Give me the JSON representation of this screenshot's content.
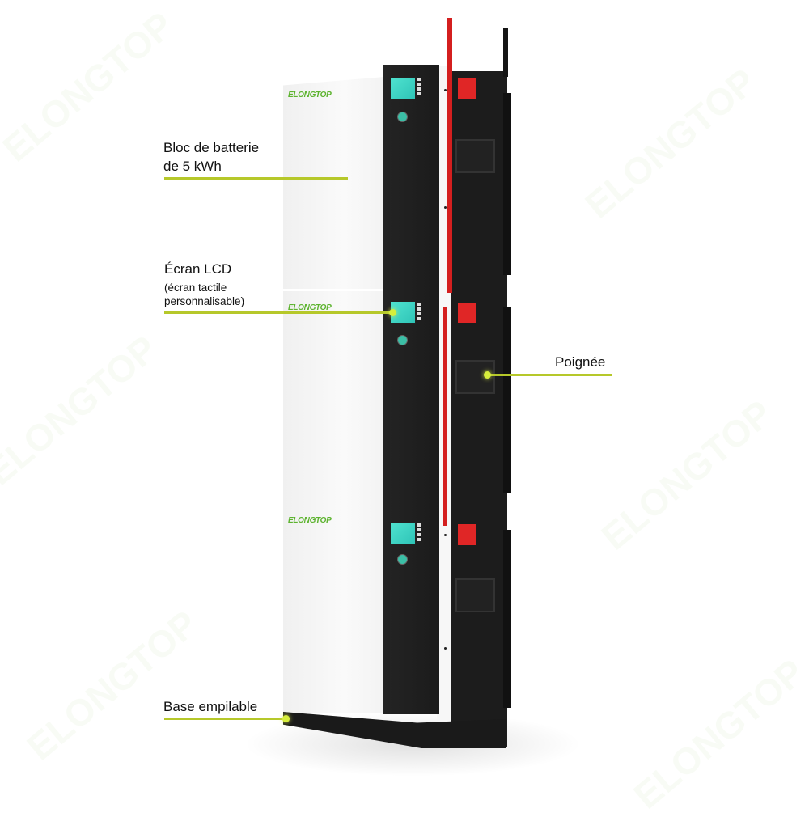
{
  "product": {
    "brand_logo": "ELONGTOP",
    "modules": 3,
    "colors": {
      "accent_line": "#b6c82a",
      "front_panel": "#f2f2f2",
      "control_strip": "#1e1e1e",
      "lcd": "#3fd6c6",
      "cable_positive": "#d41f1f",
      "cable_negative": "#151515"
    }
  },
  "callouts": [
    {
      "id": "battery-block",
      "lines": [
        "Bloc de batterie",
        "de 5 kWh"
      ]
    },
    {
      "id": "lcd-screen",
      "lines": [
        "Écran LCD"
      ],
      "sub_lines": [
        "(écran tactile",
        "personnalisable)"
      ]
    },
    {
      "id": "handle",
      "lines": [
        "Poignée"
      ]
    },
    {
      "id": "stackable-base",
      "lines": [
        "Base empilable"
      ]
    }
  ],
  "watermark": "ELONGTOP"
}
